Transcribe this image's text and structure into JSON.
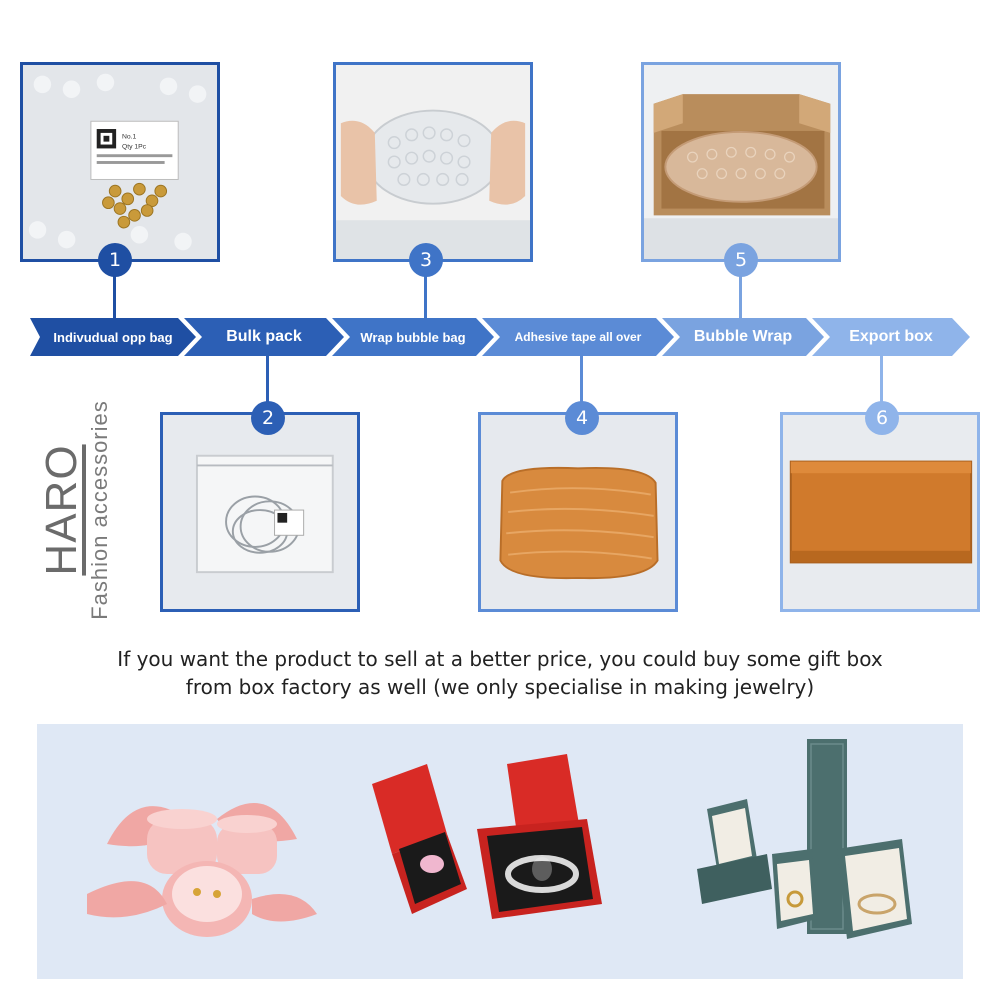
{
  "brand": {
    "name": "HARO",
    "subtitle": "Fashion accessories"
  },
  "steps": [
    {
      "number": "1",
      "label": "Indivudual opp bag",
      "color": "#1f4fa3"
    },
    {
      "number": "2",
      "label": "Bulk pack",
      "color": "#2c5fb5"
    },
    {
      "number": "3",
      "label": "Wrap bubble bag",
      "color": "#3f74c7"
    },
    {
      "number": "4",
      "label": "Adhesive tape all over",
      "color": "#5b8bd6"
    },
    {
      "number": "5",
      "label": "Bubble Wrap",
      "color": "#7aa3e0"
    },
    {
      "number": "6",
      "label": "Export box",
      "color": "#8fb4ea"
    }
  ],
  "labels_on_photos": {
    "bag_tag_no": "No.1",
    "bag_tag_qty": "Qty 1Pc"
  },
  "notice": {
    "line1": "If you want the product to sell at a better price, you could buy some gift box",
    "line2": "from box factory as well (we only specialise in making jewelry)"
  },
  "colors": {
    "panel": "#dfe8f5",
    "box_pink": "#f3b8b8",
    "box_red": "#d92b26",
    "box_green": "#4c6f6e"
  },
  "icons": [
    "pink-gift-box-icon",
    "red-gift-box-icon",
    "green-gift-box-icon"
  ]
}
